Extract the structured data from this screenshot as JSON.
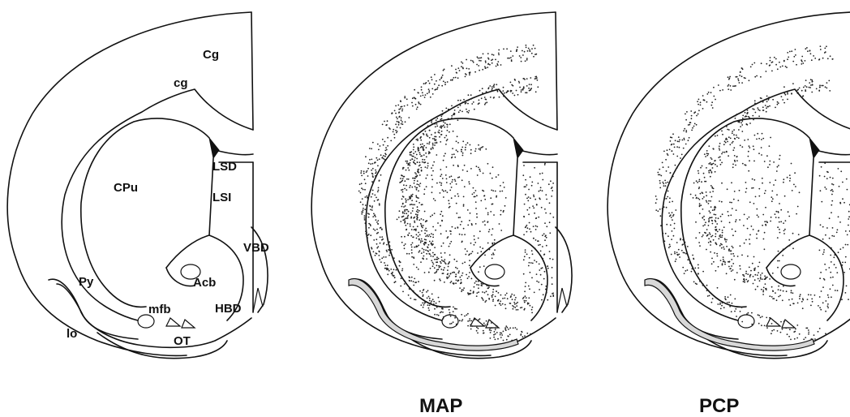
{
  "panels": [
    {
      "id": "atlas",
      "caption": "",
      "labels": [
        {
          "key": "Cg",
          "text": "Cg"
        },
        {
          "key": "cg",
          "text": "cg"
        },
        {
          "key": "LSD",
          "text": "LSD"
        },
        {
          "key": "CPu",
          "text": "CPu"
        },
        {
          "key": "LSI",
          "text": "LSI"
        },
        {
          "key": "VBD",
          "text": "VBD"
        },
        {
          "key": "Acb",
          "text": "Acb"
        },
        {
          "key": "Py",
          "text": "Py"
        },
        {
          "key": "mfb",
          "text": "mfb"
        },
        {
          "key": "HBD",
          "text": "HBD"
        },
        {
          "key": "lo",
          "text": "lo"
        },
        {
          "key": "OT",
          "text": "OT"
        }
      ]
    },
    {
      "id": "map",
      "caption": "MAP",
      "dot_density": 0.85
    },
    {
      "id": "pcp",
      "caption": "PCP",
      "dot_density": 0.55
    }
  ]
}
